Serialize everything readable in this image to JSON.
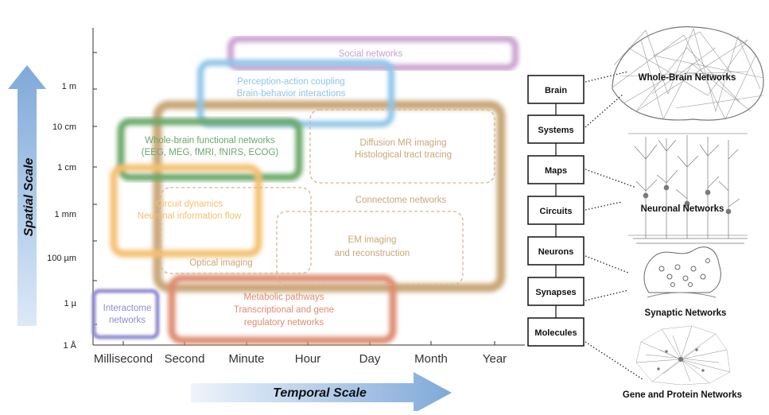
{
  "axes": {
    "y_label": "Spatial Scale",
    "x_label": "Temporal Scale",
    "y_ticks": [
      "1 m",
      "10 cm",
      "1 cm",
      "1 mm",
      "100 µm",
      "1 µ",
      "1 Å"
    ],
    "x_ticks": [
      "Millisecond",
      "Second",
      "Minute",
      "Hour",
      "Day",
      "Month",
      "Year"
    ]
  },
  "regions": {
    "social": [
      "Social networks"
    ],
    "perception": [
      "Perception-action coupling",
      "Brain-behavior interactions"
    ],
    "functional": [
      "Whole-brain functional networks",
      "(EEG, MEG, fMRI, fNIRS, ECOG)"
    ],
    "diffusion": [
      "Diffusion MR imaging",
      "Histological tract tracing"
    ],
    "connectome": [
      "Connectome networks"
    ],
    "circuit": [
      "Circuit dynamics",
      "Neuronal information flow"
    ],
    "em": [
      "EM imaging",
      "and reconstruction"
    ],
    "optical": [
      "Optical imaging"
    ],
    "metabolic": [
      "Metabolic pathways",
      "Transcriptional and gene",
      "regulatory networks"
    ],
    "interactome": [
      "Interactome",
      "networks"
    ]
  },
  "hierarchy": [
    "Brain",
    "Systems",
    "Maps",
    "Circuits",
    "Neurons",
    "Synapses",
    "Molecules"
  ],
  "networks": {
    "whole_brain": "Whole-Brain Networks",
    "neuronal": "Neuronal Networks",
    "synaptic": "Synaptic Networks",
    "gene_protein": "Gene and Protein Networks"
  },
  "colors": {
    "social": "#c9a0cf",
    "perception": "#8ec4ea",
    "functional": "#6aa86a",
    "connectome": "#c9a778",
    "circuit": "#f5c070",
    "metabolic": "#de8b70",
    "interactome": "#8f8cd0",
    "arrow": "#7fa9d9"
  }
}
